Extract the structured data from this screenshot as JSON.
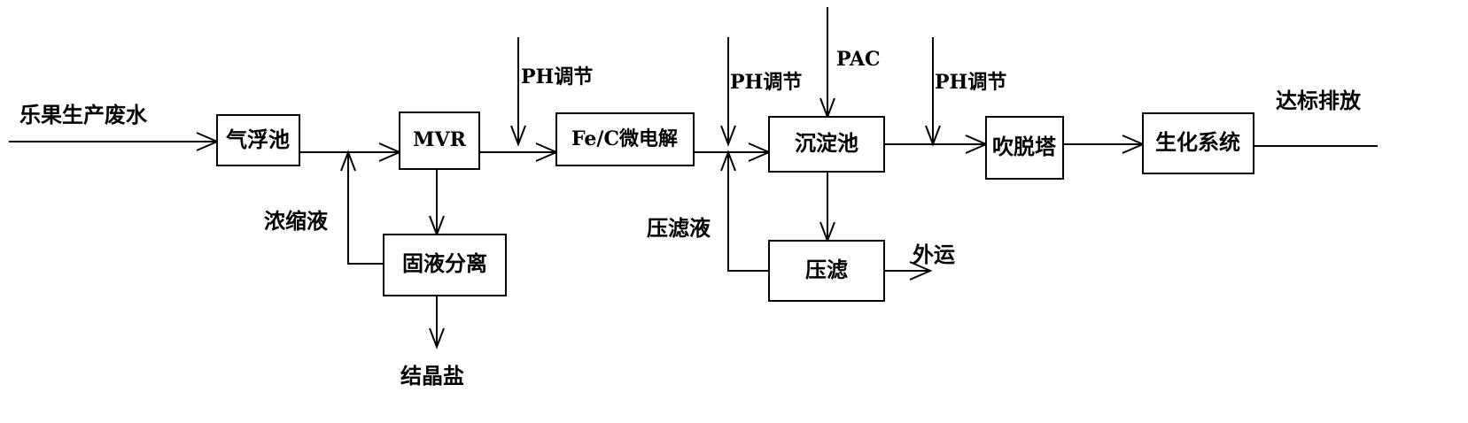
{
  "nodes": {
    "flotation": "气浮池",
    "mvr": "MVR",
    "fec": "Fe/C微电解",
    "sediment": "沉淀池",
    "stripper": "吹脱塔",
    "biochem": "生化系统",
    "separation": "固液分离",
    "filter_press": "压滤"
  },
  "labels": {
    "input": "乐果生产废水",
    "concentrate": "浓缩液",
    "salt": "结晶盐",
    "ph1": "PH调节",
    "ph2": "PH调节",
    "pac": "PAC",
    "ph3": "PH调节",
    "filtrate": "压滤液",
    "outbound": "外运",
    "discharge": "达标排放"
  }
}
